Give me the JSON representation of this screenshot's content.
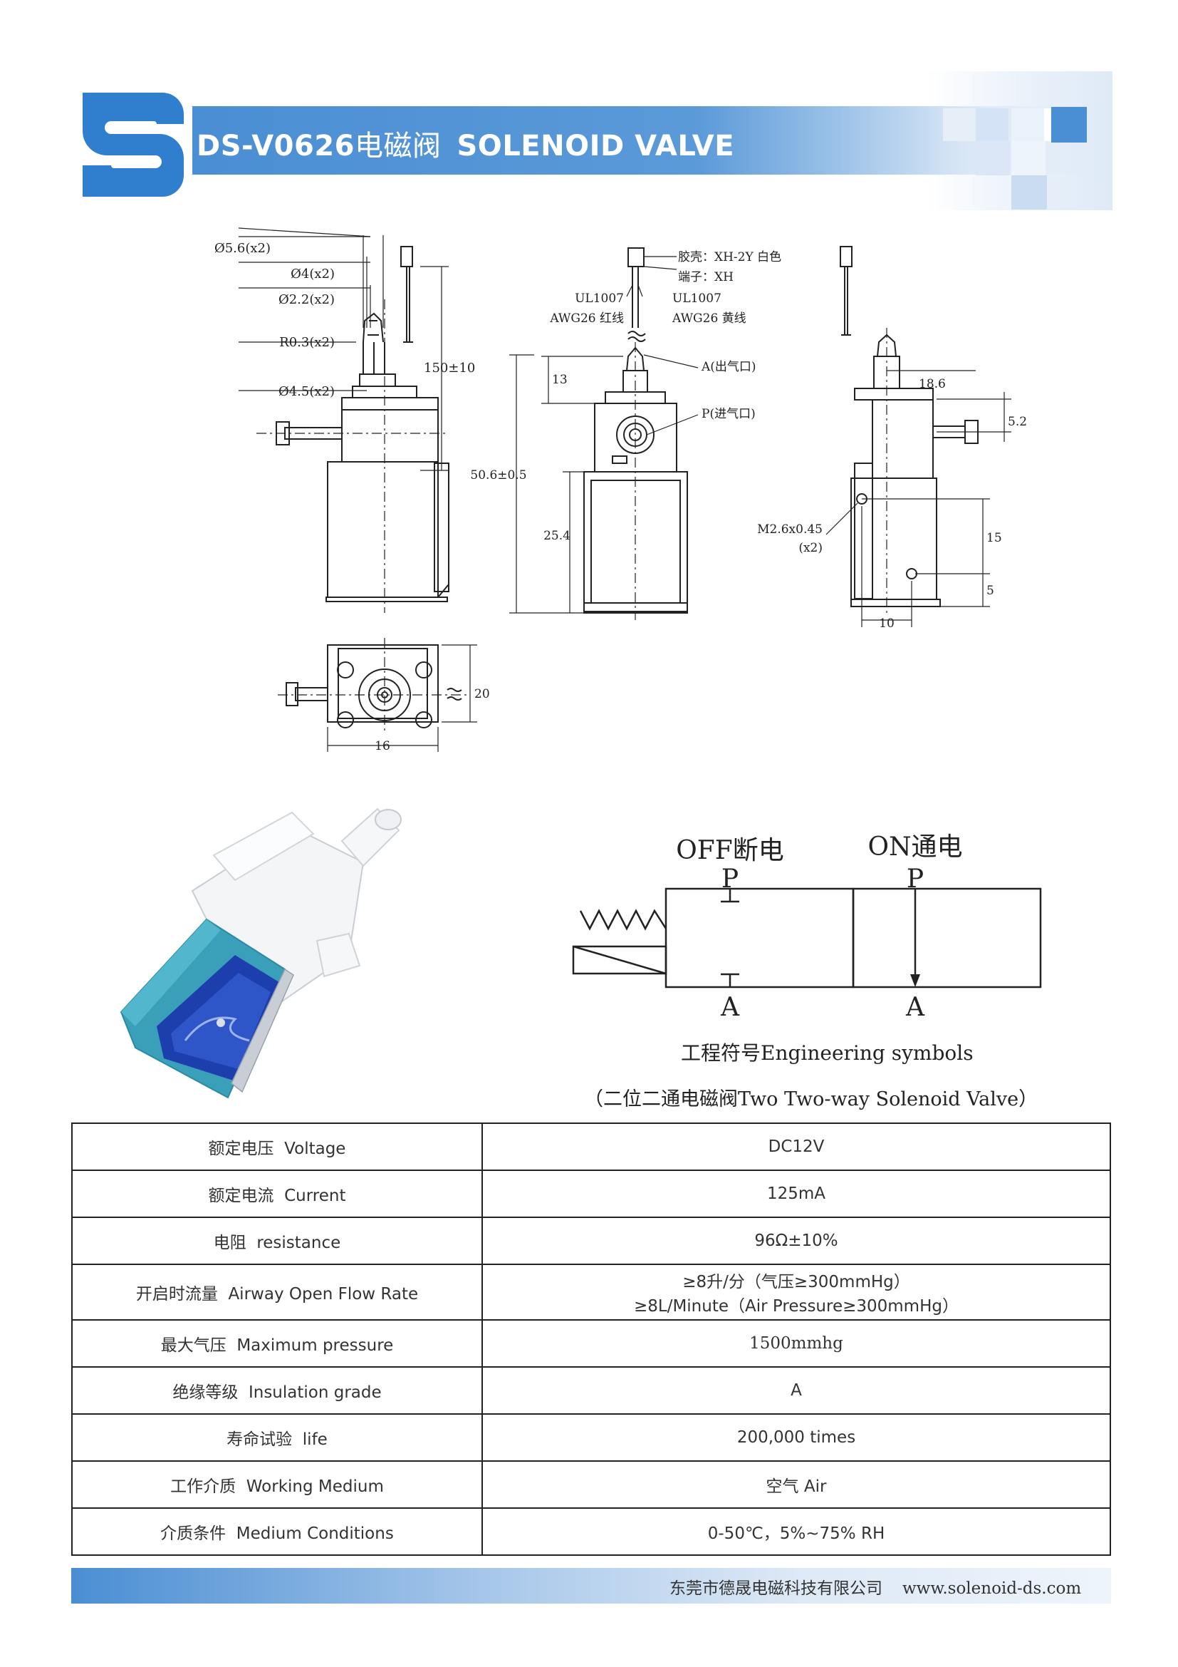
{
  "header": {
    "model": "DS-V0626",
    "title_cn": "电磁阀",
    "title_en": "SOLENOID VALVE",
    "colors": {
      "band": "#4a8ed3",
      "logo": "#2f7fce"
    }
  },
  "drawing": {
    "left": {
      "dia_5_6": "Ø5.6(x2)",
      "dia_4": "Ø4(x2)",
      "dia_2_2": "Ø2.2(x2)",
      "r_0_3": "R0.3(x2)",
      "dia_4_5": "Ø4.5(x2)",
      "len_150": "150±10"
    },
    "front": {
      "housing": "胶壳：XH-2Y 白色",
      "terminal": "端子：XH",
      "wire_left_1": "UL1007",
      "wire_left_2": "AWG26 红线",
      "wire_right_1": "UL1007",
      "wire_right_2": "AWG26 黄线",
      "port_a": "A(出气口)",
      "port_p": "P(进气口)",
      "dim_13": "13",
      "dim_50_6": "50.6±0.5",
      "dim_25_4": "25.4"
    },
    "side": {
      "dim_18_6": "18.6",
      "dim_5_2": "5.2",
      "thread_1": "M2.6x0.45",
      "thread_2": "(x2)",
      "dim_15": "15",
      "dim_5": "5",
      "dim_10": "10"
    },
    "bottom": {
      "dim_20": "20",
      "dim_16": "16"
    }
  },
  "symbol": {
    "off_label": "OFF断电",
    "on_label": "ON通电",
    "p_left": "P",
    "p_right": "P",
    "a_left": "A",
    "a_right": "A",
    "caption": "工程符号Engineering symbols",
    "subcaption": "（二位二通电磁阀Two Two-way Solenoid Valve）"
  },
  "specs": [
    {
      "param_cn": "额定电压",
      "param_en": "Voltage",
      "value": "DC12V"
    },
    {
      "param_cn": "额定电流",
      "param_en": "Current",
      "value": "125mA"
    },
    {
      "param_cn": "电阻",
      "param_en": "resistance",
      "value": "96Ω±10%"
    },
    {
      "param_cn": "开启时流量",
      "param_en": "Airway Open Flow Rate",
      "value": "≥8升/分（气压≥300mmHg）",
      "value_line2": "≥8L/Minute（Air Pressure≥300mmHg）"
    },
    {
      "param_cn": "最大气压",
      "param_en": "Maximum pressure",
      "value": "1500mmhg"
    },
    {
      "param_cn": "绝缘等级",
      "param_en": "Insulation grade",
      "value": "A"
    },
    {
      "param_cn": "寿命试验",
      "param_en": "life",
      "value": "200,000 times"
    },
    {
      "param_cn": "工作介质",
      "param_en": "Working Medium",
      "value": "空气 Air"
    },
    {
      "param_cn": "介质条件",
      "param_en": "Medium Conditions",
      "value": "0-50℃，5%~75% RH"
    }
  ],
  "footer": {
    "company": "东莞市德晟电磁科技有限公司",
    "url": "www.solenoid-ds.com"
  }
}
